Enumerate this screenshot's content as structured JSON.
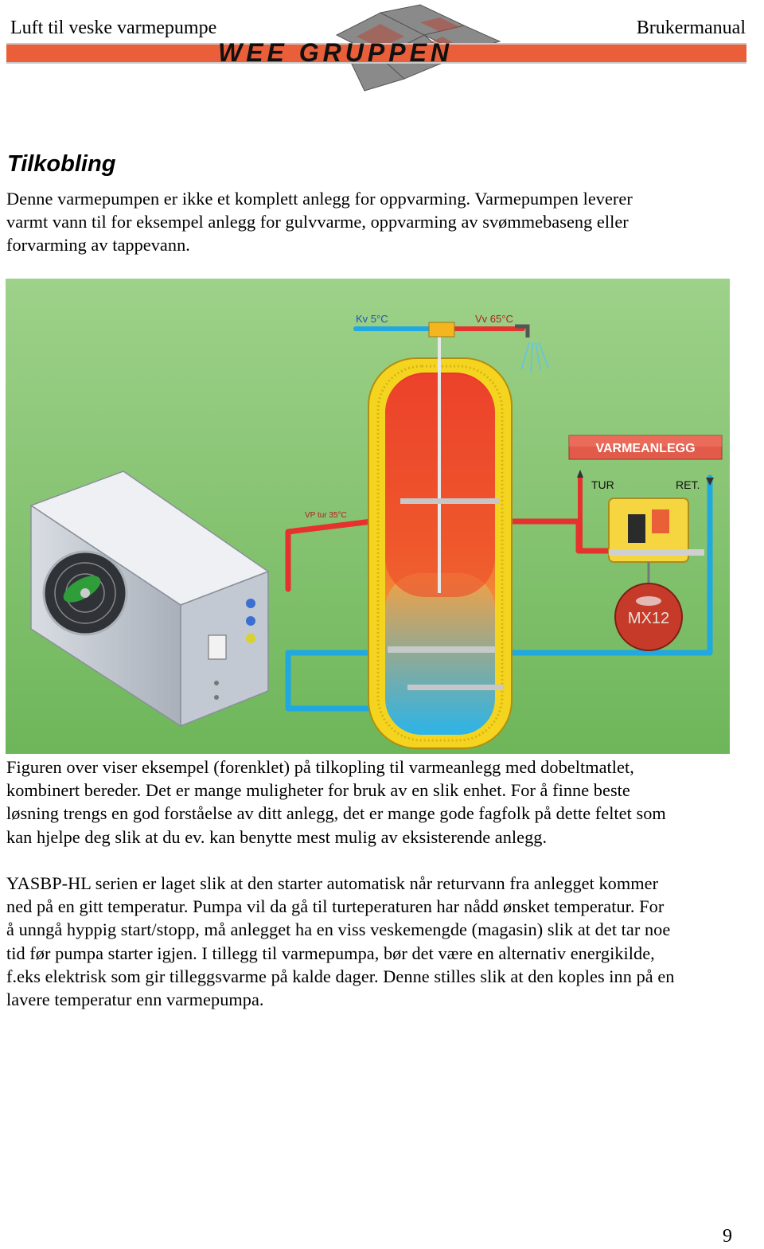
{
  "header": {
    "left": "Luft til veske varmepumpe",
    "right": "Brukermanual",
    "logo_text": "WEE GRUPPEN"
  },
  "section_title": "Tilkobling",
  "intro_lines": [
    "Denne varmepumpen er ikke et komplett anlegg for oppvarming. Varmepumpen leverer",
    "varmt vann til for eksempel anlegg for gulvvarme, oppvarming av svømmebaseng eller",
    "forvarming av tappevann."
  ],
  "figure": {
    "label_cold": "Kv 5°C",
    "label_hot": "Vv 65°C",
    "label_system": "VARMEANLEGG",
    "label_supply": "TUR",
    "label_return": "RET.",
    "label_vp": "VP tur 35°C",
    "label_tank": "MX12",
    "colors": {
      "background": "#82c26e",
      "hot_pipe": "#e5322d",
      "cold_pipe": "#20a8e0",
      "insulation": "#f5d41f"
    }
  },
  "caption_lines": [
    "Figuren over viser eksempel (forenklet) på tilkopling til varmeanlegg med dobeltmatlet,",
    "kombinert bereder. Det er mange muligheter for bruk av en slik enhet. For å finne beste",
    "løsning trengs en god forståelse av ditt anlegg, det er mange gode fagfolk på dette feltet som",
    "kan hjelpe deg slik at du ev. kan benytte mest mulig av eksisterende anlegg."
  ],
  "body_lines": [
    "YASBP-HL serien er laget slik at den starter automatisk når returvann fra anlegget kommer",
    "ned på en gitt temperatur. Pumpa vil da gå til turteperaturen har nådd ønsket temperatur. For",
    "å unngå hyppig start/stopp, må anlegget ha en viss veskemengde (magasin) slik at det tar noe",
    "tid før pumpa starter igjen.  I tillegg til varmepumpa, bør det være en alternativ energikilde,",
    "f.eks elektrisk som gir tilleggsvarme på kalde dager. Denne stilles slik at den koples inn på en",
    "lavere temperatur enn varmepumpa."
  ],
  "page_number": "9"
}
